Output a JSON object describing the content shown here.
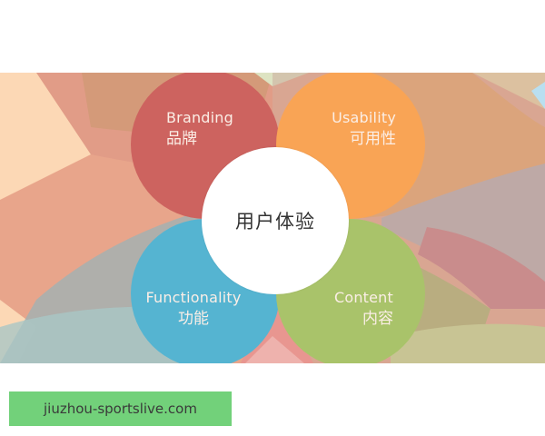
{
  "diagram": {
    "title": "用户体验",
    "petals": [
      {
        "en": "Branding",
        "zh": "品牌",
        "color": "#cd635f",
        "position": "top-left"
      },
      {
        "en": "Usability",
        "zh": "可用性",
        "color": "#f9a455",
        "position": "top-right"
      },
      {
        "en": "Functionality",
        "zh": "功能",
        "color": "#55b4d1",
        "position": "bottom-left"
      },
      {
        "en": "Content",
        "zh": "内容",
        "color": "#a9c36a",
        "position": "bottom-right"
      }
    ],
    "center_color": "#ffffff"
  },
  "footer": {
    "watermark": "jiuzhou-sportslive.com",
    "badge_color": "#72d17a"
  }
}
